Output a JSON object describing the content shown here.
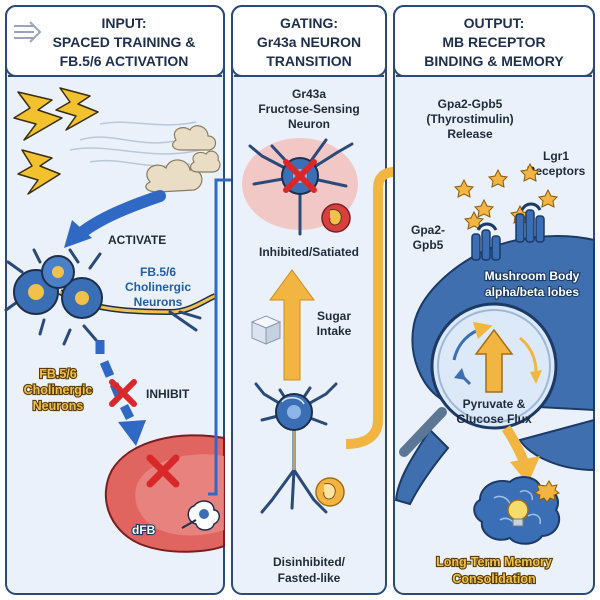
{
  "panels": {
    "input": {
      "title_line1": "INPUT:",
      "title_line2": "SPACED TRAINING &",
      "title_line3": "FB.5/6 ACTIVATION",
      "activate": "ACTIVATE",
      "neuron_label_1": "FB.5/6",
      "neuron_label_2": "Cholinergic",
      "neuron_label_3": "Neurons",
      "gold_label_1": "FB.5/6",
      "gold_label_2": "Cholinergic",
      "gold_label_3": "Neurons",
      "inhibit": "INHIBIT",
      "dfb": "dFB"
    },
    "gating": {
      "title_line1": "GATING:",
      "title_line2": "Gr43a NEURON",
      "title_line3": "TRANSITION",
      "neuron_label_1": "Gr43a",
      "neuron_label_2": "Fructose-Sensing",
      "neuron_label_3": "Neuron",
      "inhibited": "Inhibited/Satiated",
      "sugar_1": "Sugar",
      "sugar_2": "Intake",
      "disinhibited_1": "Disinhibited/",
      "disinhibited_2": "Fasted-like"
    },
    "output": {
      "title_line1": "OUTPUT:",
      "title_line2": "MB RECEPTOR",
      "title_line3": "BINDING & MEMORY",
      "release_1": "Gpa2-Gpb5",
      "release_2": "(Thyrostimulin)",
      "release_3": "Release",
      "lgr1_1": "Lgr1",
      "lgr1_2": "Receptors",
      "gpa2_1": "Gpa2-",
      "gpa2_2": "Gpb5",
      "mb_1": "Mushroom Body",
      "mb_2": "alpha/beta lobes",
      "flux_1": "Pyruvate &",
      "flux_2": "Glucose Flux",
      "memory_1": "Long-Term Memory",
      "memory_2": "Consolidation"
    }
  },
  "colors": {
    "panel_fill": "#eaf1fa",
    "panel_border": "#2c4a78",
    "blue_arrow": "#2f69c4",
    "gold_arrow": "#f2b541",
    "red_x": "#d8282a",
    "lightning": "#f2c22e",
    "neuron_blue": "#3b6fb5",
    "dfb_red": "#e06460",
    "mb_blue": "#3f6fae"
  }
}
